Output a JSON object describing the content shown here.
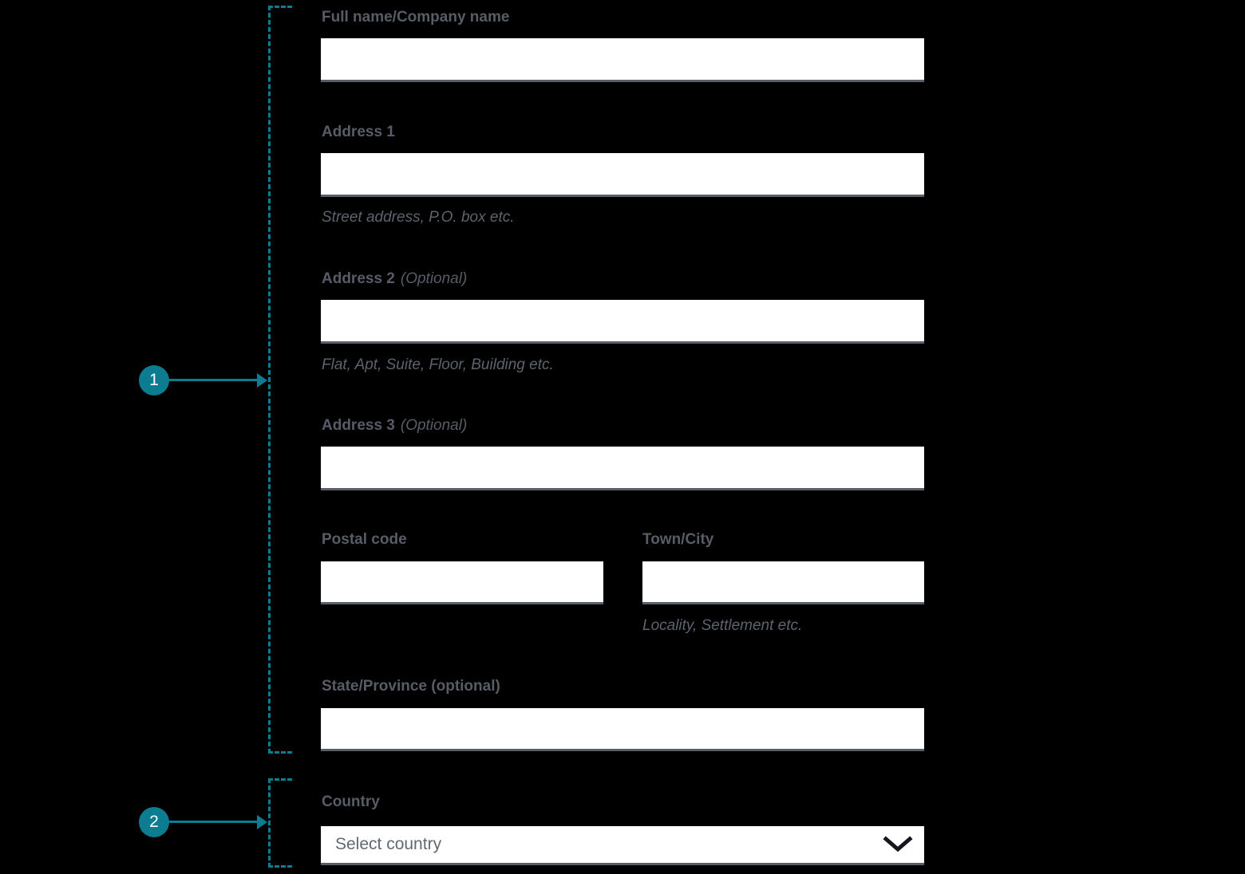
{
  "colors": {
    "background": "#000000",
    "accent_teal": "#0c7d91",
    "label_gray": "#575c66",
    "helper_gray": "#5d636e",
    "input_background": "#ffffff",
    "input_border": "#585f67",
    "select_placeholder_gray": "#626873",
    "chevron_dark": "#16161e"
  },
  "callouts": [
    {
      "number": "1"
    },
    {
      "number": "2"
    }
  ],
  "form": {
    "full_name": {
      "label": "Full name/Company name",
      "value": ""
    },
    "address1": {
      "label": "Address 1",
      "helper": "Street address, P.O. box etc.",
      "value": ""
    },
    "address2": {
      "label": "Address 2",
      "optional": "(Optional)",
      "helper": "Flat, Apt, Suite, Floor, Building etc.",
      "value": ""
    },
    "address3": {
      "label": "Address 3",
      "optional": "(Optional)",
      "value": ""
    },
    "postal_code": {
      "label": "Postal code",
      "value": ""
    },
    "town_city": {
      "label": "Town/City",
      "helper": "Locality, Settlement etc.",
      "value": ""
    },
    "state_province": {
      "label": "State/Province (optional)",
      "value": ""
    },
    "country": {
      "label": "Country",
      "placeholder": "Select country"
    }
  }
}
